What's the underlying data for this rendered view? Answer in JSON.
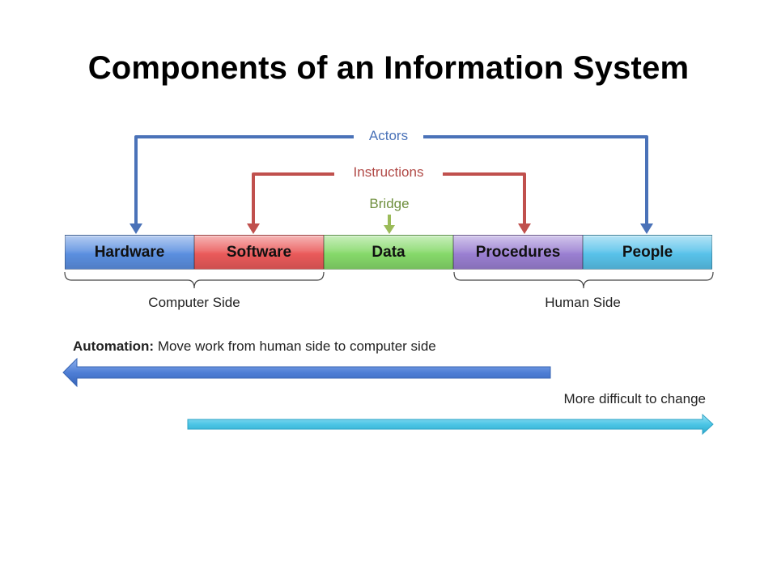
{
  "title": "Components of an Information  System",
  "connectors": {
    "actors": "Actors",
    "instructions": "Instructions",
    "bridge": "Bridge"
  },
  "components": [
    {
      "label": "Hardware",
      "color": "#5b8fe0"
    },
    {
      "label": "Software",
      "color": "#ea5a5a"
    },
    {
      "label": "Data",
      "color": "#86d96a"
    },
    {
      "label": "Procedures",
      "color": "#9a7fd2"
    },
    {
      "label": "People",
      "color": "#58c2ea"
    }
  ],
  "sides": {
    "computer": "Computer Side",
    "human": "Human Side"
  },
  "automation": {
    "label": "Automation:",
    "text": " Move work from human side to computer side"
  },
  "difficulty": {
    "text": "More difficult to change"
  },
  "colors": {
    "actors": "#4a72b8",
    "instructions": "#c0504d",
    "bridge": "#9bbb59",
    "automation_arrow": "#4f7fd6",
    "difficulty_arrow": "#4cc6e6",
    "brace": "#444444"
  }
}
